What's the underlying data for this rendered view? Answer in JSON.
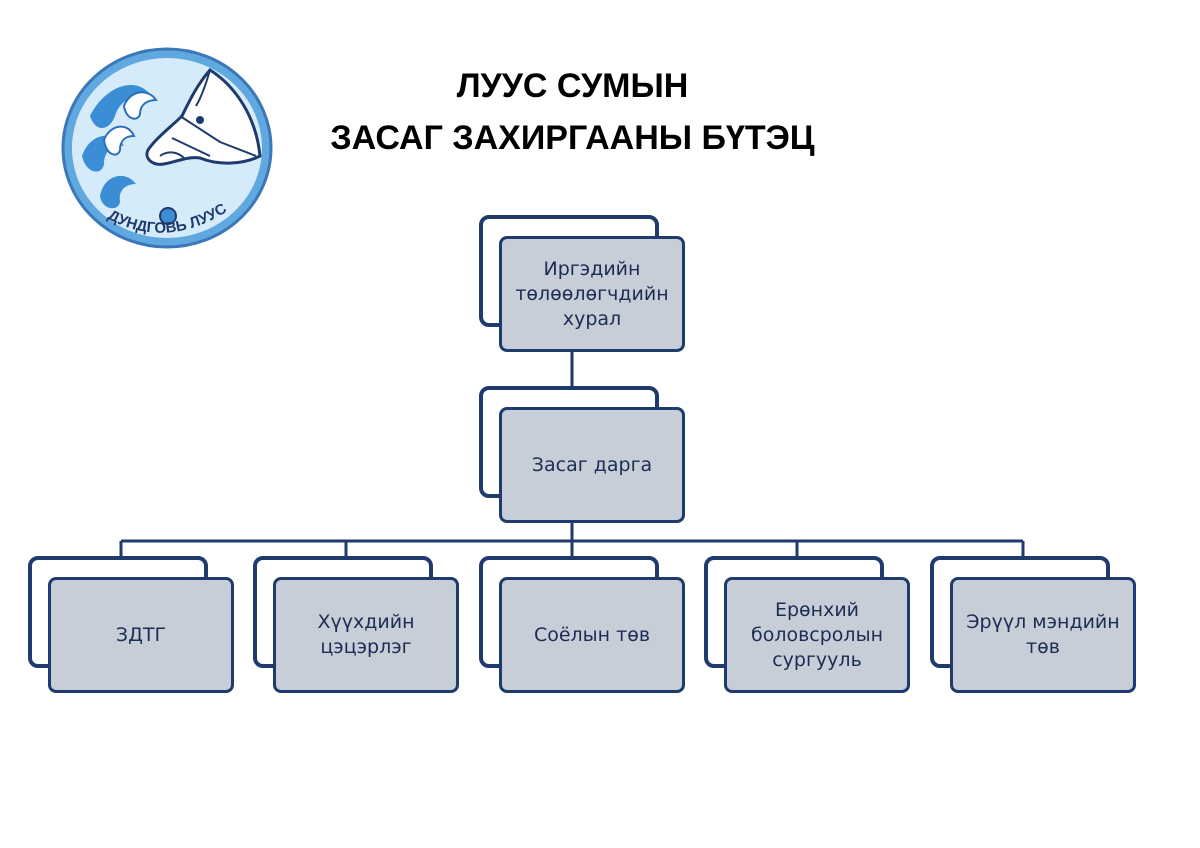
{
  "title": {
    "line1": "ЛУУС СУМЫН",
    "line2": "ЗАСАГ ЗАХИРГААНЫ БҮТЭЦ"
  },
  "logo": {
    "text": "ДУНДГОВЬ ЛУУС",
    "icon": "horse-emblem"
  },
  "colors": {
    "border": "#1f3b6e",
    "box_fill": "#c7ced8",
    "text": "#1b2d52",
    "logo_blue": "#4f9fdc",
    "logo_light": "#bfe0f7"
  },
  "org_chart": {
    "root": {
      "label": "Иргэдийн төлөөлөгчдийн хурал"
    },
    "level2": {
      "label": "Засаг дарга"
    },
    "units": [
      {
        "label": "ЗДТГ"
      },
      {
        "label": "Хүүхдийн цэцэрлэг"
      },
      {
        "label": "Соёлын төв"
      },
      {
        "label": "Ерөнхий боловсролын сургууль"
      },
      {
        "label": "Эрүүл мэндийн төв"
      }
    ]
  }
}
